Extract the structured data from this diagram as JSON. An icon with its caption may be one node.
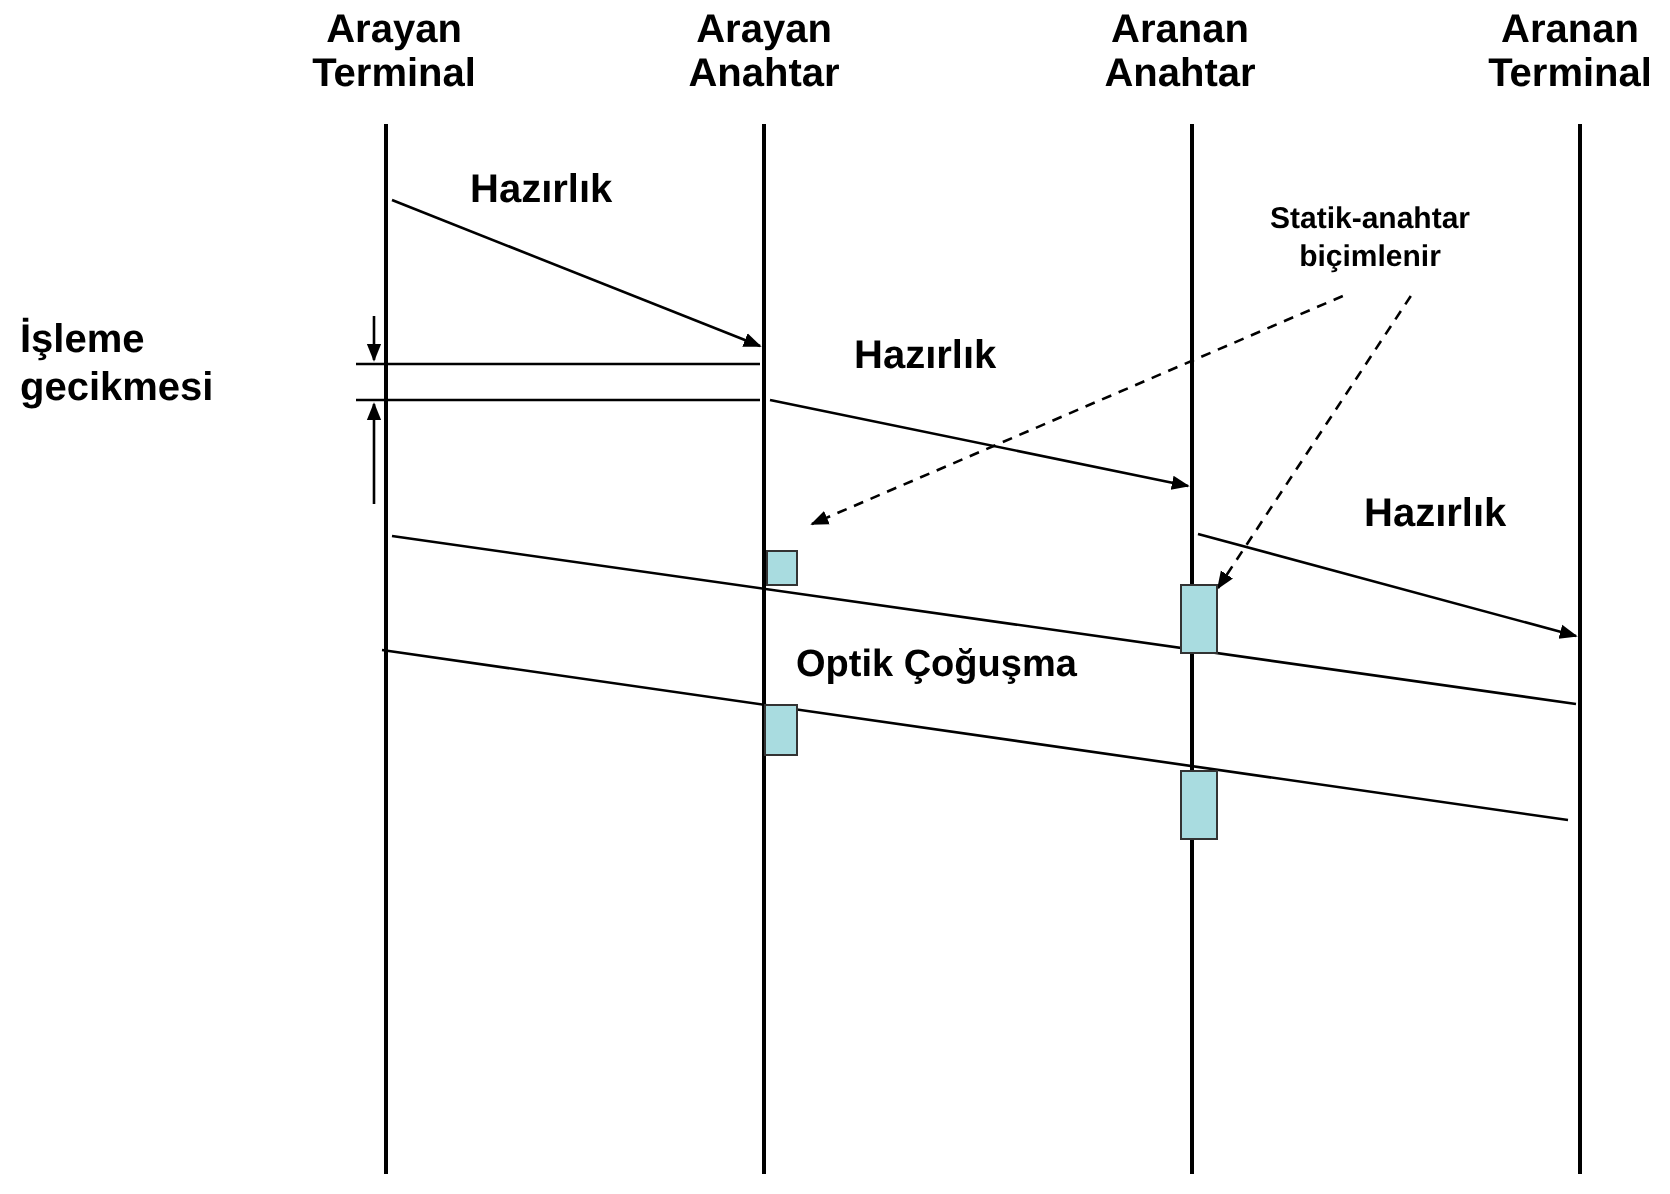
{
  "diagram": {
    "nodes": [
      {
        "text": [
          "Arayan Terminal"
        ]
      },
      {
        "text": [
          "Arayan Anahtar"
        ]
      },
      {
        "text": [
          "Aranan Anahtar"
        ]
      },
      {
        "text": [
          "Aranan Terminal"
        ]
      },
      {
        "text": [],
        "shape": "bar"
      },
      {
        "text": [],
        "shape": "bar"
      },
      {
        "text": [],
        "shape": "bar"
      },
      {
        "text": [],
        "shape": "bar"
      },
      {
        "text": [
          "Statik-anahtar biçimlenir"
        ]
      },
      {
        "text": [],
        "shape": "box"
      },
      {
        "text": [],
        "shape": "box"
      },
      {
        "text": [],
        "shape": "box"
      },
      {
        "text": [],
        "shape": "box"
      }
    ],
    "edges": [
      {
        "from": 4,
        "to": 5,
        "arrow": "to",
        "label": "Hazırlık"
      },
      {
        "from": 5,
        "to": 6,
        "arrow": "to",
        "label": "Hazırlık"
      },
      {
        "from": 6,
        "to": 7,
        "arrow": "to",
        "label": "Hazırlık"
      },
      {
        "from": 4,
        "to": 7,
        "arrow": "none"
      },
      {
        "from": 4,
        "to": 7,
        "arrow": "none"
      },
      {
        "from": 8,
        "to": 9,
        "arrow": "to",
        "style": "dashed"
      },
      {
        "from": 8,
        "to": 10,
        "arrow": "to",
        "style": "dashed"
      },
      {
        "from": 4,
        "to": 5,
        "arrow": "none"
      },
      {
        "from": 4,
        "to": 5,
        "arrow": "none"
      }
    ],
    "labels": [
      "İşleme gecikmesi",
      "Optik Çoğuşma"
    ]
  }
}
